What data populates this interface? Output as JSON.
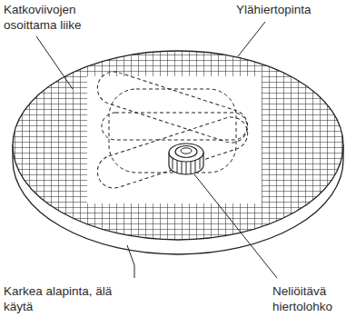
{
  "diagram": {
    "labels": [
      "Katkoviivojen osoittama liike",
      "Ylähiertopinta",
      "Karkea alapinta, älä käytä",
      "Neliöitävä hiertolohko"
    ]
  }
}
